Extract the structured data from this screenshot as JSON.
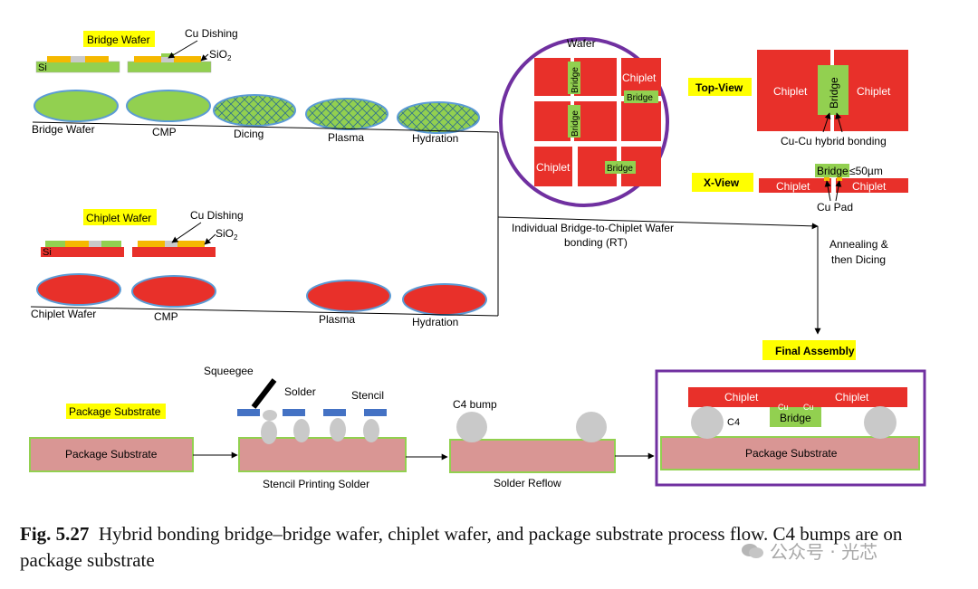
{
  "bridge_section": {
    "label": "Bridge Wafer",
    "cu_dishing": "Cu Dishing",
    "sio2_base": "SiO",
    "sio2_sub": "2",
    "si": "Si",
    "steps": [
      "Bridge Wafer",
      "CMP",
      "Dicing",
      "Plasma",
      "Hydration"
    ]
  },
  "chiplet_section": {
    "label": "Chiplet Wafer",
    "cu_dishing": "Cu Dishing",
    "sio2_base": "SiO",
    "sio2_sub": "2",
    "si": "Si",
    "steps": [
      "Chiplet Wafer",
      "CMP",
      "Plasma",
      "Hydration"
    ]
  },
  "wafer_circle": {
    "title": "Wafer",
    "bridge": "Bridge",
    "chiplet": "Chiplet"
  },
  "bonding_label_1": "Individual Bridge-to-Chiplet Wafer",
  "bonding_label_2": "bonding (RT)",
  "top_view": {
    "badge": "Top-View",
    "chiplet_left": "Chiplet",
    "chiplet_right": "Chiplet",
    "bridge": "Bridge",
    "caption": "Cu-Cu hybrid bonding"
  },
  "x_view": {
    "badge": "X-View",
    "bridge": "Bridge",
    "dimension": "≤50µm",
    "chiplet_left": "Chiplet",
    "chiplet_right": "Chiplet",
    "cu_pad": "Cu Pad"
  },
  "annealing_1": "Annealing &",
  "annealing_2": "then Dicing",
  "final_assembly": {
    "badge": "Final Assembly",
    "chiplet_left": "Chiplet",
    "chiplet_right": "Chiplet",
    "cu1": "Cu",
    "cu2": "Cu",
    "bridge": "Bridge",
    "c4": "C4",
    "substrate": "Package Substrate"
  },
  "substrate_flow": {
    "badge": "Package Substrate",
    "substrate_label": "Package Substrate",
    "squeegee": "Squeegee",
    "solder": "Solder",
    "stencil": "Stencil",
    "stencil_step": "Stencil Printing Solder",
    "c4_bump": "C4 bump",
    "reflow_step": "Solder Reflow"
  },
  "caption": {
    "fig": "Fig. 5.27",
    "text": "Hybrid bonding bridge–bridge wafer, chiplet wafer, and package substrate process flow. C4 bumps are on package substrate"
  },
  "watermark": "公众号 · 光芯",
  "colors": {
    "green": "#92d050",
    "red": "#e8302a",
    "yellow": "#ffff00",
    "orange": "#f5b800",
    "substrate": "#d99694",
    "purple": "#7030a0",
    "blue_stencil": "#4472c4",
    "ellipse_border": "#5b9bd5"
  }
}
